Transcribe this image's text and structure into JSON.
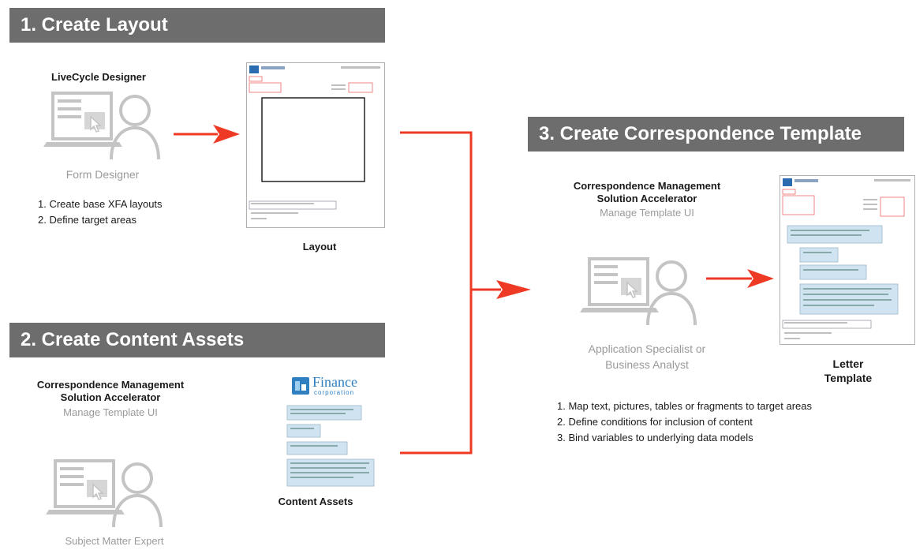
{
  "section1": {
    "title": "1. Create Layout",
    "tool": "LiveCycle Designer",
    "role": "Form Designer",
    "steps": [
      "1. Create base XFA layouts",
      "2. Define target areas"
    ],
    "output_label": "Layout"
  },
  "section2": {
    "title": "2. Create Content Assets",
    "tool_line1": "Correspondence Management",
    "tool_line2": "Solution Accelerator",
    "tool_sub": "Manage Template UI",
    "role": "Subject Matter Expert",
    "logo_name": "Finance",
    "logo_sub": "corporation",
    "output_label": "Content Assets"
  },
  "section3": {
    "title": "3. Create Correspondence Template",
    "tool_line1": "Correspondence Management",
    "tool_line2": "Solution Accelerator",
    "tool_sub": "Manage Template UI",
    "role_line1": "Application Specialist or",
    "role_line2": "Business Analyst",
    "output_line1": "Letter",
    "output_line2": "Template",
    "steps": [
      "1. Map text, pictures, tables or fragments to target areas",
      "2. Define conditions for inclusion of content",
      "3. Bind variables to underlying data models"
    ]
  },
  "colors": {
    "band": "#6d6d6d",
    "arrow": "#ee3a24",
    "muted": "#9a9a9a"
  },
  "icons": [
    "person-laptop-icon",
    "layout-document-icon",
    "letter-document-icon",
    "finance-logo-icon",
    "arrow-icon"
  ]
}
